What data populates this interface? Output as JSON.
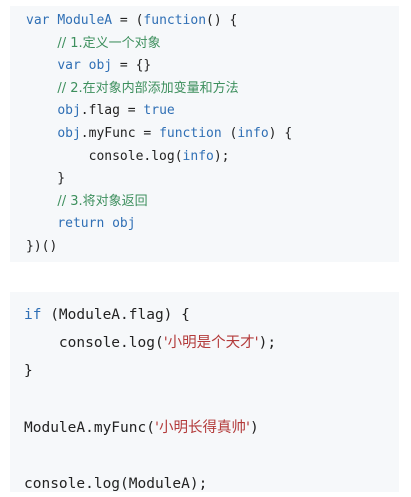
{
  "block1": {
    "lines": [
      [
        {
          "t": "var ",
          "c": "kw"
        },
        {
          "t": "ModuleA",
          "c": "fn"
        },
        {
          "t": " = (",
          "c": "txt"
        },
        {
          "t": "function",
          "c": "kw"
        },
        {
          "t": "() {",
          "c": "txt"
        }
      ],
      [
        {
          "t": "    ",
          "c": "txt"
        },
        {
          "t": "// 1.定义一个对象",
          "c": "cm"
        }
      ],
      [
        {
          "t": "    ",
          "c": "txt"
        },
        {
          "t": "var ",
          "c": "kw"
        },
        {
          "t": "obj",
          "c": "fn"
        },
        {
          "t": " = {}",
          "c": "txt"
        }
      ],
      [
        {
          "t": "    ",
          "c": "txt"
        },
        {
          "t": "// 2.在对象内部添加变量和方法",
          "c": "cm"
        }
      ],
      [
        {
          "t": "    ",
          "c": "txt"
        },
        {
          "t": "obj",
          "c": "fn"
        },
        {
          "t": ".flag = ",
          "c": "txt"
        },
        {
          "t": "true",
          "c": "kw"
        }
      ],
      [
        {
          "t": "    ",
          "c": "txt"
        },
        {
          "t": "obj",
          "c": "fn"
        },
        {
          "t": ".myFunc = ",
          "c": "txt"
        },
        {
          "t": "function",
          "c": "kw"
        },
        {
          "t": " (",
          "c": "txt"
        },
        {
          "t": "info",
          "c": "fn"
        },
        {
          "t": ") {",
          "c": "txt"
        }
      ],
      [
        {
          "t": "        console.log(",
          "c": "txt"
        },
        {
          "t": "info",
          "c": "fn"
        },
        {
          "t": ");",
          "c": "txt"
        }
      ],
      [
        {
          "t": "    }",
          "c": "txt"
        }
      ],
      [
        {
          "t": "    ",
          "c": "txt"
        },
        {
          "t": "// 3.将对象返回",
          "c": "cm"
        }
      ],
      [
        {
          "t": "    ",
          "c": "txt"
        },
        {
          "t": "return ",
          "c": "kw"
        },
        {
          "t": "obj",
          "c": "fn"
        }
      ],
      [
        {
          "t": "})()",
          "c": "txt"
        }
      ]
    ]
  },
  "block2": {
    "lines": [
      [
        {
          "t": "if",
          "c": "kw"
        },
        {
          "t": " (ModuleA.flag) {",
          "c": "txt"
        }
      ],
      [
        {
          "t": "    console.log(",
          "c": "txt"
        },
        {
          "t": "'小明是个天才'",
          "c": "str"
        },
        {
          "t": ");",
          "c": "txt"
        }
      ],
      [
        {
          "t": "}",
          "c": "txt"
        }
      ],
      [
        {
          "t": "",
          "c": "txt"
        }
      ],
      [
        {
          "t": "ModuleA.myFunc(",
          "c": "txt"
        },
        {
          "t": "'小明长得真帅'",
          "c": "str"
        },
        {
          "t": ")",
          "c": "txt"
        }
      ],
      [
        {
          "t": "",
          "c": "txt"
        }
      ],
      [
        {
          "t": "console.log(ModuleA);",
          "c": "txt"
        }
      ]
    ]
  }
}
